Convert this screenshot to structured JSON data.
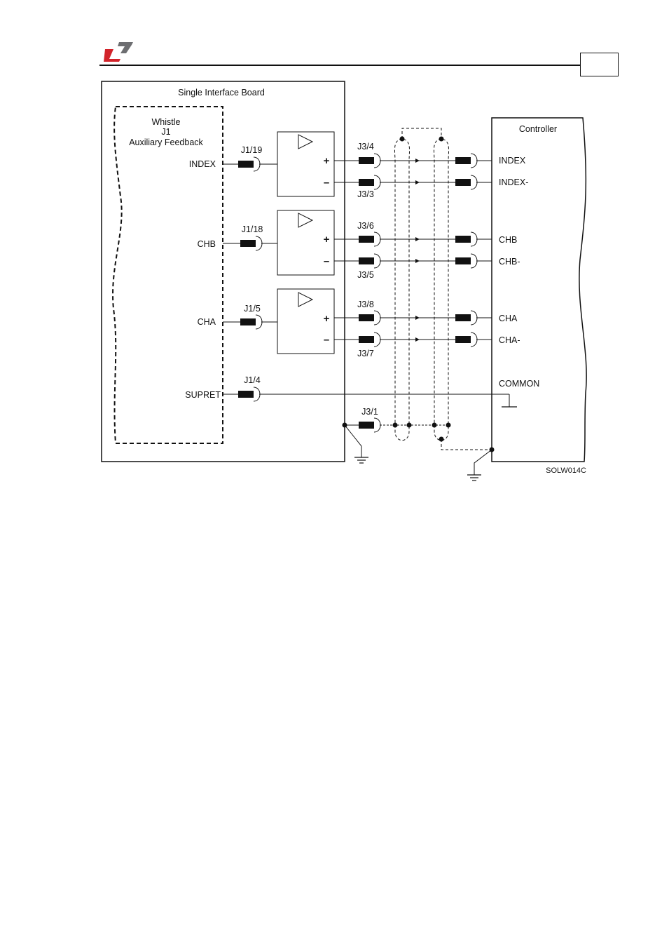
{
  "header": {
    "logo_icon": "company-logo",
    "page_number": ""
  },
  "diagram": {
    "board_title": "Single Interface Board",
    "whistle_title": "Whistle",
    "whistle_connector": "J1",
    "whistle_subtitle": "Auxiliary Feedback",
    "controller_title": "Controller",
    "signals": [
      {
        "left_label": "INDEX",
        "j1_pin": "J1/19",
        "plus_pin": "J3/4",
        "minus_pin": "J3/3",
        "ctrl_plus": "INDEX",
        "ctrl_minus": "INDEX-"
      },
      {
        "left_label": "CHB",
        "j1_pin": "J1/18",
        "plus_pin": "J3/6",
        "minus_pin": "J3/5",
        "ctrl_plus": "CHB",
        "ctrl_minus": "CHB-"
      },
      {
        "left_label": "CHA",
        "j1_pin": "J1/5",
        "plus_pin": "J3/8",
        "minus_pin": "J3/7",
        "ctrl_plus": "CHA",
        "ctrl_minus": "CHA-"
      }
    ],
    "supret_label": "SUPRET",
    "supret_pin": "J1/4",
    "common_label": "COMMON",
    "shield_pin": "J3/1",
    "plus_symbol": "+",
    "minus_symbol": "–",
    "figure_id": "SOLW014C"
  },
  "colors": {
    "logo_red": "#d2232a",
    "logo_gray": "#6d6e71",
    "line": "#111111"
  }
}
